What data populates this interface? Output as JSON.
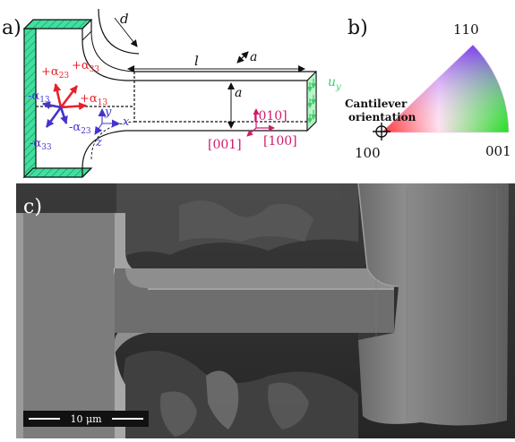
{
  "panels": {
    "a": {
      "label": "a)"
    },
    "b": {
      "label": "b)"
    },
    "c": {
      "label": "c)"
    }
  },
  "schematic": {
    "dims": {
      "d": "d",
      "l": "l",
      "a_top": "a",
      "a_side": "a"
    },
    "uy_label": "u",
    "uy_sub": "y",
    "axes": {
      "x": "x",
      "y": "y",
      "z": "z"
    },
    "directions": {
      "d010": "[010]",
      "d001": "[001]",
      "d100": "[100]"
    },
    "alpha_red": [
      {
        "sign": "+",
        "sym": "α",
        "sub": "23"
      },
      {
        "sign": "+",
        "sym": "α",
        "sub": "33"
      },
      {
        "sign": "+",
        "sym": "α",
        "sub": "13"
      }
    ],
    "alpha_blue": [
      {
        "sign": "-",
        "sym": "α",
        "sub": "13"
      },
      {
        "sign": "-",
        "sym": "α",
        "sub": "23"
      },
      {
        "sign": "-",
        "sym": "α",
        "sub": "33"
      }
    ],
    "colors": {
      "hatch": "#3fe0a0",
      "red": "#e8202a",
      "blue": "#4433cc",
      "magenta": "#d11a6b",
      "green": "#3ecf6a"
    }
  },
  "ipf": {
    "corner_110": "110",
    "corner_100": "100",
    "corner_001": "001",
    "annotation_line1": "Cantilever",
    "annotation_line2": "orientation"
  },
  "sem": {
    "scalebar_label": "10 μm"
  }
}
